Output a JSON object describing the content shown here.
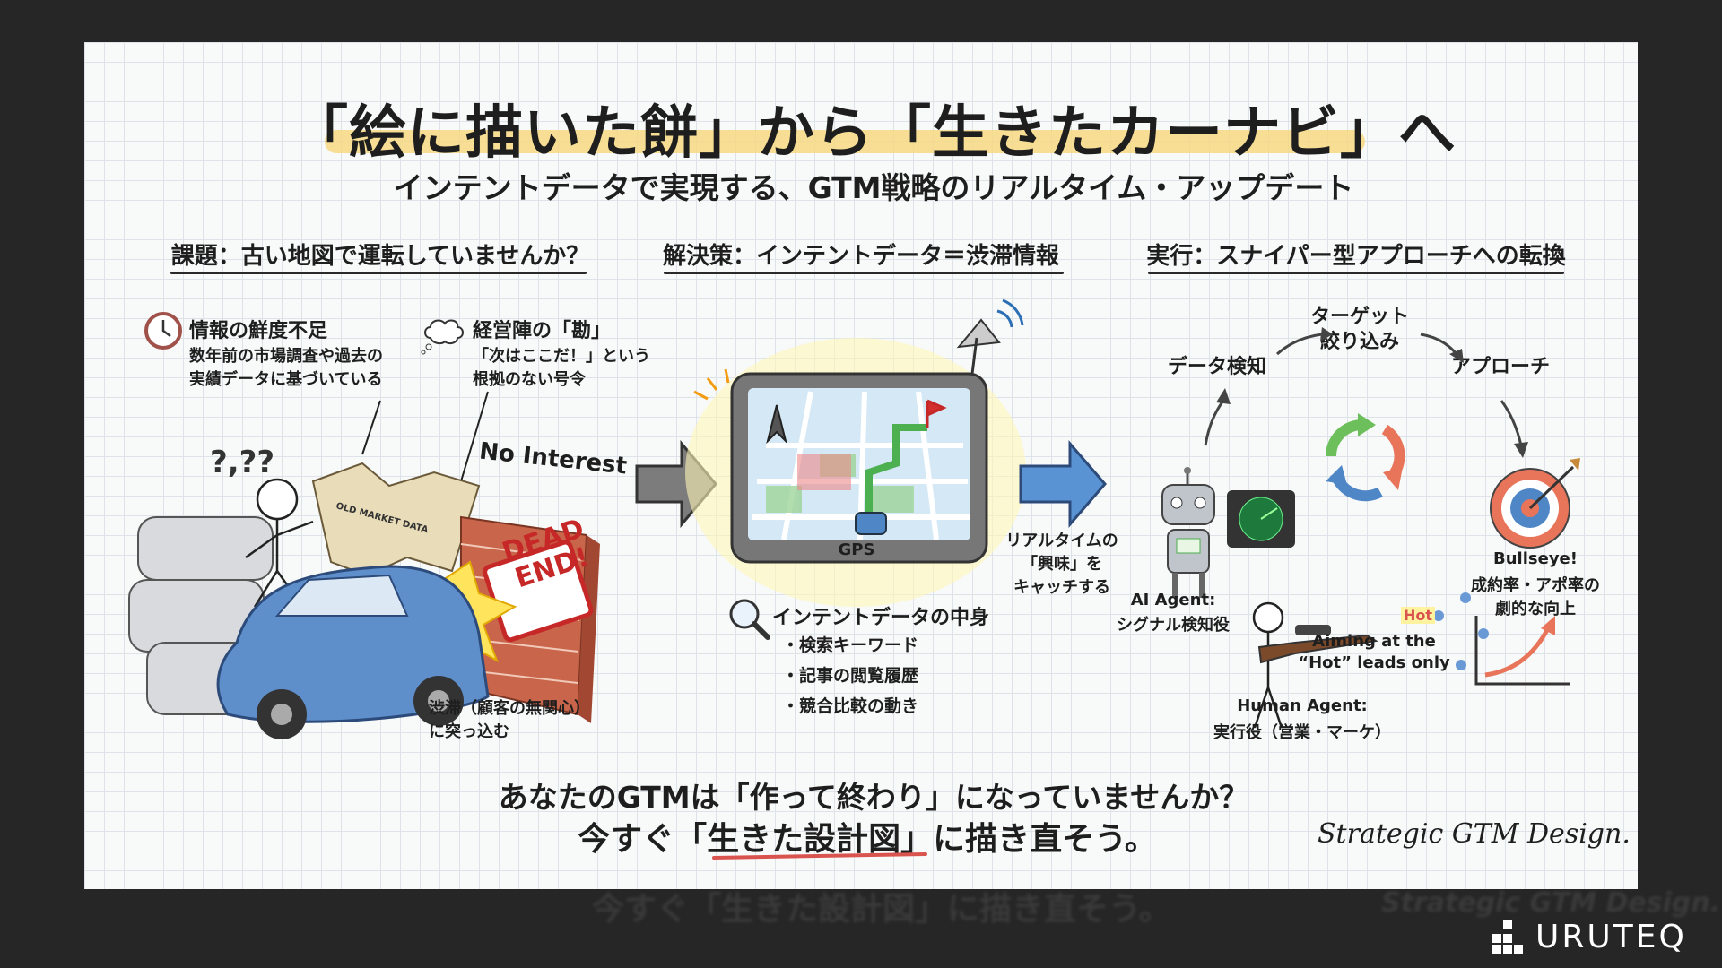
{
  "title": "「絵に描いた餅」から「生きたカーナビ」へ",
  "subtitle": "インテントデータで実現する、GTM戦略のリアルタイム・アップデート",
  "sections": {
    "problem": {
      "header": "課題：古い地図で運転していませんか？",
      "item1": {
        "title": "情報の鮮度不足",
        "lines": [
          "数年前の市場調査や過去の",
          "実績データに基づいている"
        ]
      },
      "item2": {
        "title": "経営陣の「勘」",
        "lines": [
          "「次はここだ！」という",
          "根拠のない号令"
        ]
      },
      "map_label": "OLD MARKET DATA",
      "wall_label": "No Interest",
      "sign": [
        "DEAD",
        "END!"
      ],
      "caption": [
        "渋滞（顧客の無関心）",
        "に突っ込む"
      ]
    },
    "solution": {
      "header": "解決策：インテントデータ＝渋滞情報",
      "gps_label": "GPS",
      "catch": [
        "リアルタイムの",
        "「興味」を",
        "キャッチする"
      ],
      "contents_title": "インテントデータの中身",
      "bullets": [
        "・検索キーワード",
        "・記事の閲覧履歴",
        "・競合比較の動き"
      ]
    },
    "execution": {
      "header": "実行：スナイパー型アプローチへの転換",
      "step1": "データ検知",
      "step2": [
        "ターゲット",
        "絞り込み"
      ],
      "step3": "アプローチ",
      "ai_agent": [
        "AI Agent:",
        "シグナル検知役"
      ],
      "hot": "Hot",
      "aiming": [
        "Aiming at the",
        "“Hot” leads only"
      ],
      "human_agent": [
        "Human Agent:",
        "実行役（営業・マーケ）"
      ],
      "result": [
        "Bullseye!",
        "成約率・アポ率の",
        "劇的な向上"
      ]
    }
  },
  "bottom": {
    "line1": "あなたのGTMは「作って終わり」になっていませんか？",
    "line2": "今すぐ「生きた設計図」に描き直そう。"
  },
  "signature": "Strategic GTM Design.",
  "brand": "URUTEQ",
  "colors": {
    "highlight": "#f6d77a",
    "blue": "#4f86c6",
    "red": "#d9534f",
    "green": "#6cbf5a"
  }
}
